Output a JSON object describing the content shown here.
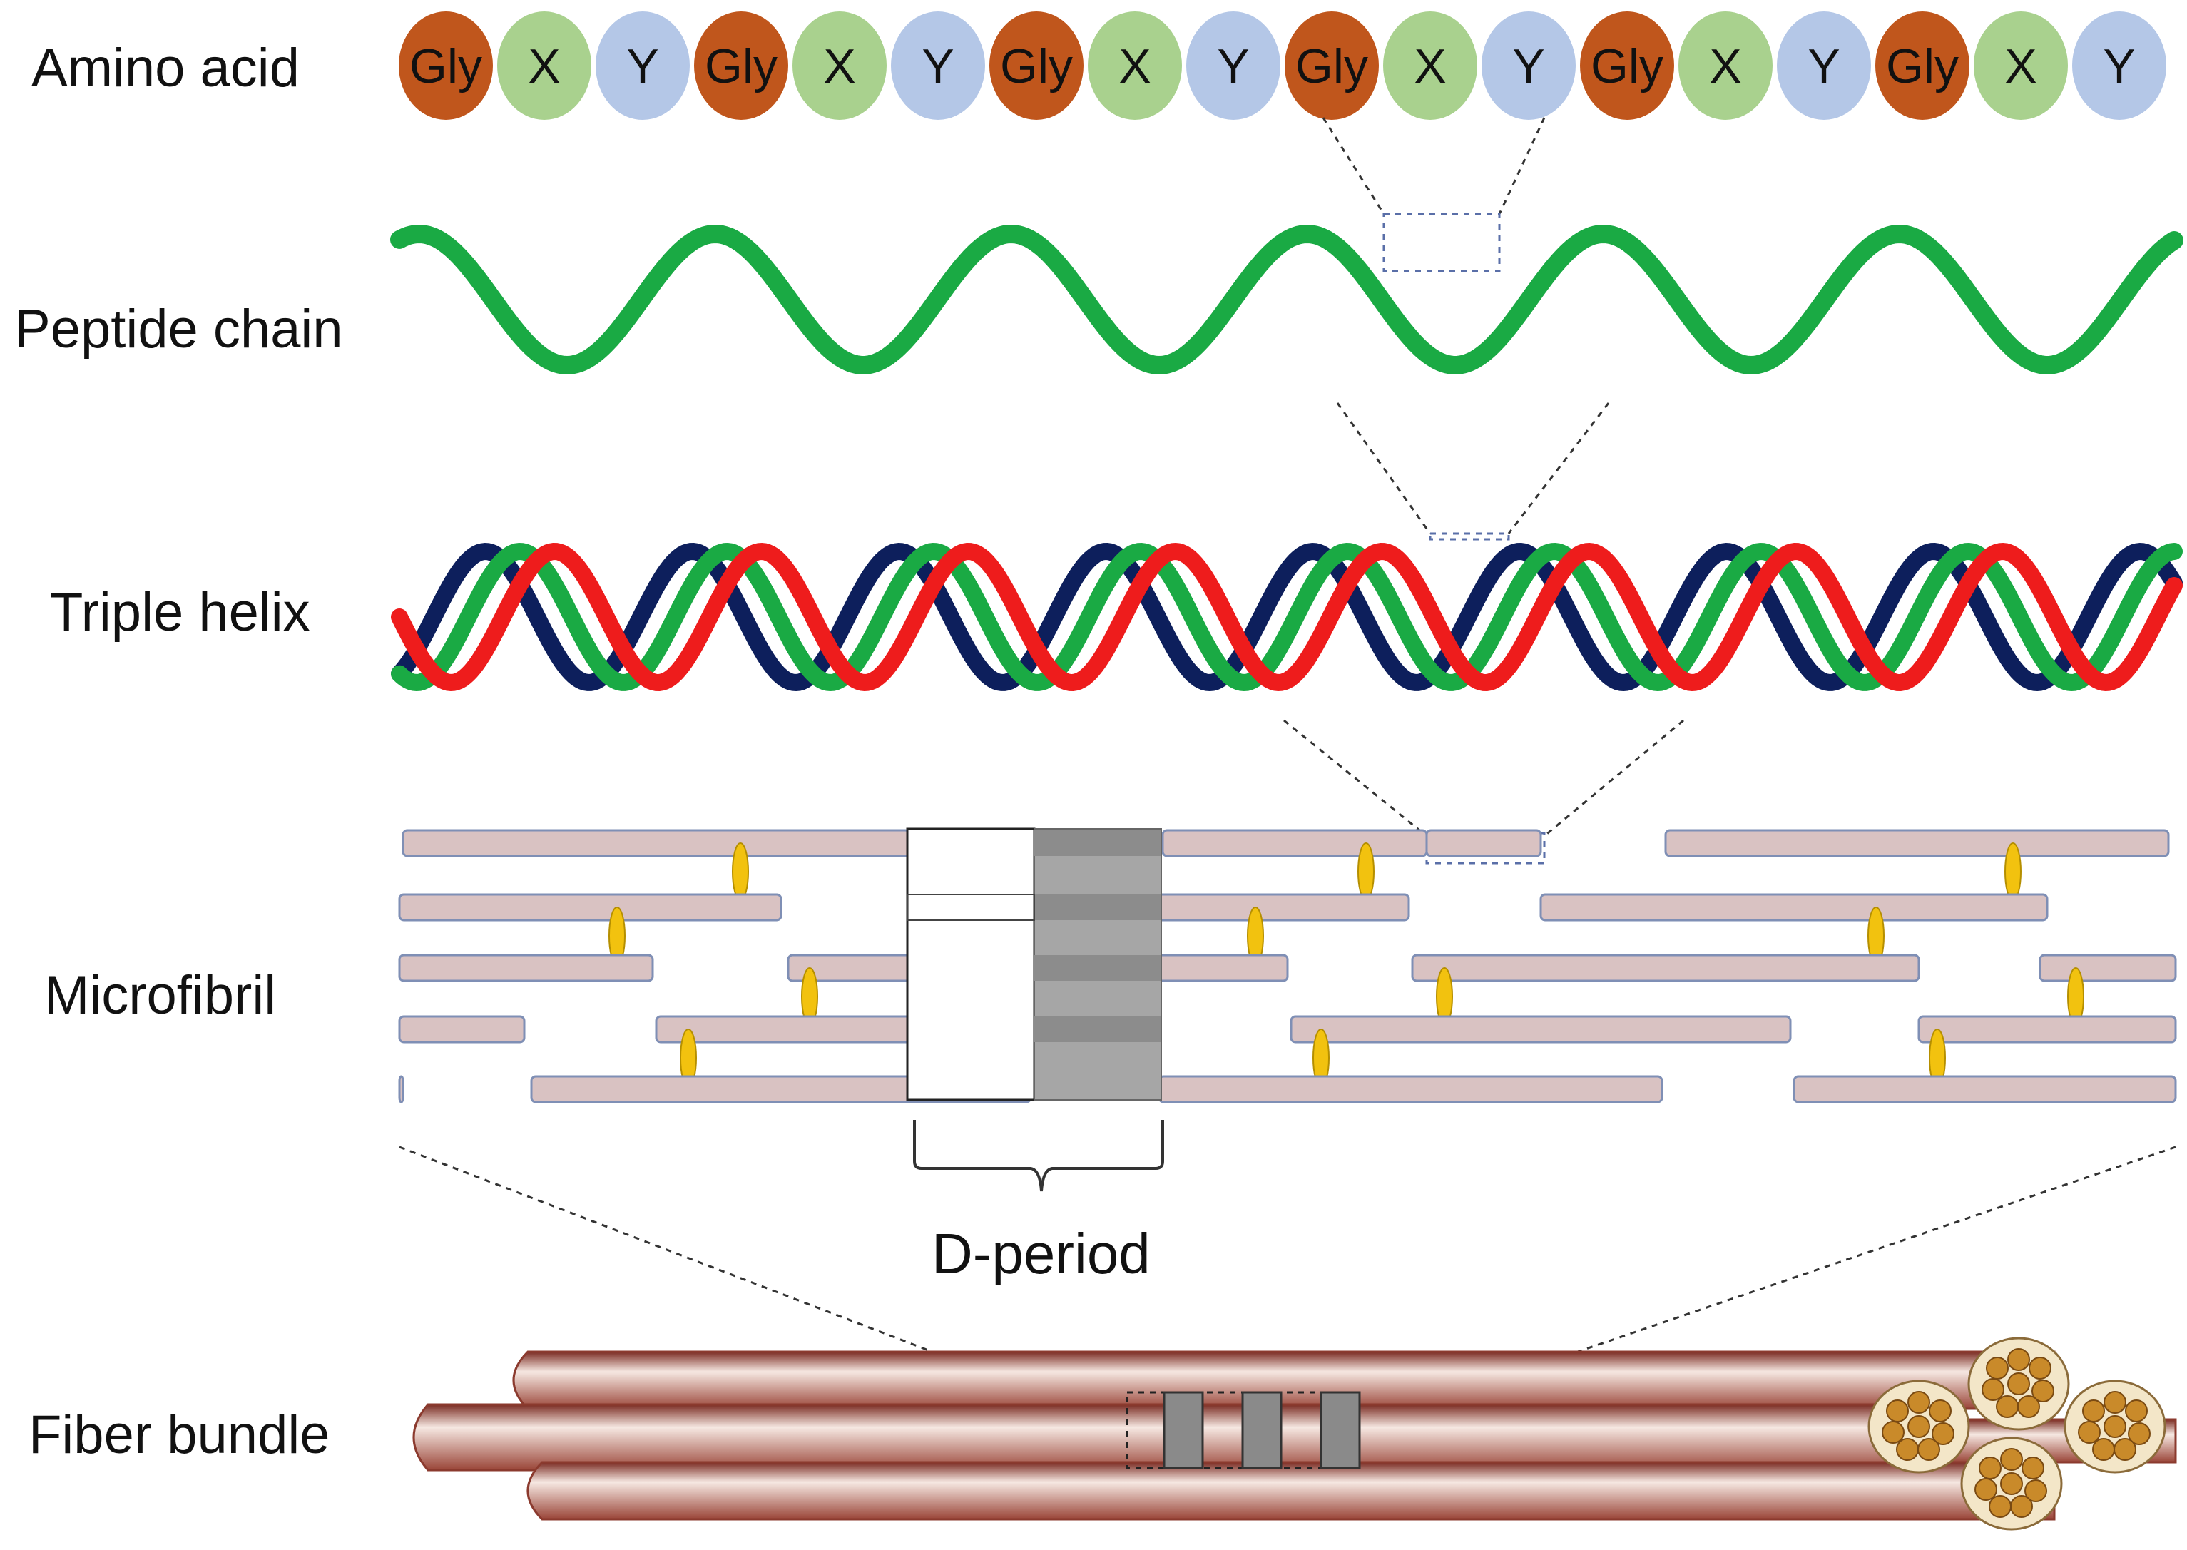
{
  "labels": {
    "amino_acid": "Amino acid",
    "peptide_chain": "Peptide chain",
    "triple_helix": "Triple helix",
    "microfibril": "Microfibril",
    "fiber_bundle": "Fiber bundle",
    "d_period": "D-period"
  },
  "amino_sequence": [
    "Gly",
    "X",
    "Y",
    "Gly",
    "X",
    "Y",
    "Gly",
    "X",
    "Y",
    "Gly",
    "X",
    "Y",
    "Gly",
    "X",
    "Y",
    "Gly",
    "X",
    "Y"
  ],
  "residue_colors": {
    "Gly": "#c0561c",
    "X": "#a9d18e",
    "Y": "#b4c7e7"
  },
  "colors": {
    "peptide": "#1aaa44",
    "helix_red": "#ee1c1c",
    "helix_green": "#1aaa44",
    "helix_navy": "#0d1f5c",
    "rod_fill": "#d9c2c2",
    "rod_stroke": "#7f8fb5",
    "crosslink": "#f2c20f",
    "gap_dark": "#8c8c8c",
    "fiber": "#8b3a2e",
    "fibril_end": "#c98a2a"
  }
}
